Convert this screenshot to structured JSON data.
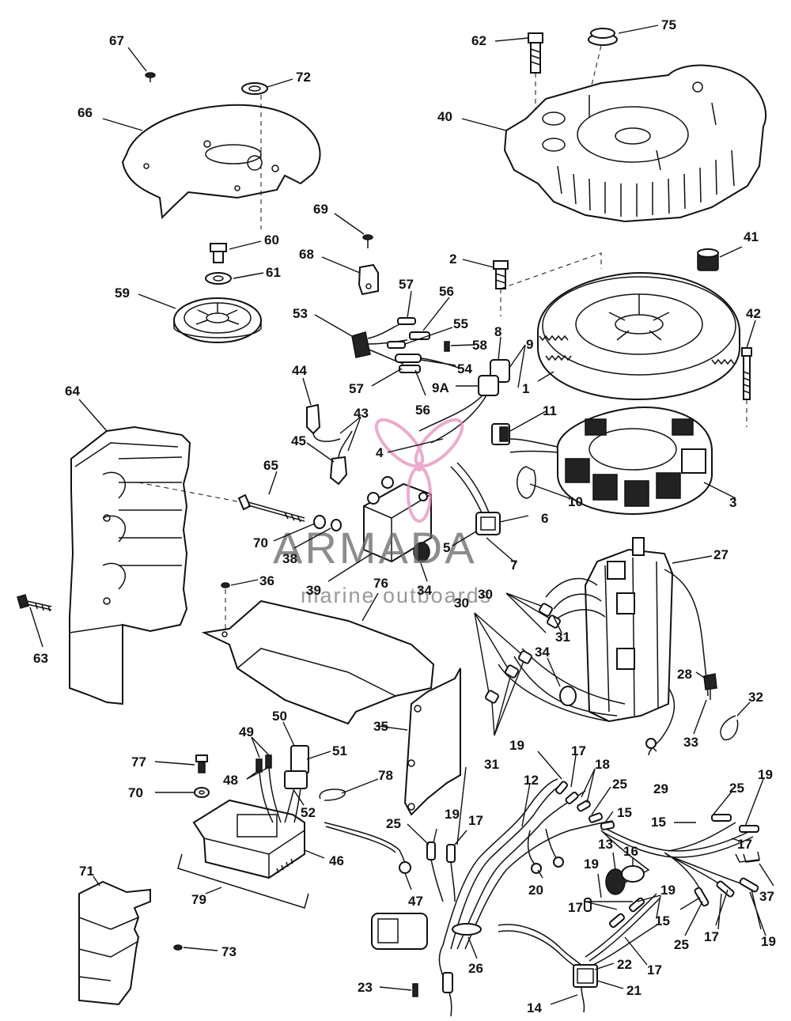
{
  "watermark": {
    "title": "ARMADA",
    "subtitle": "marine outboards",
    "logo_color": "#e58ab8"
  },
  "callouts": [
    {
      "id": "c67",
      "text": "67"
    },
    {
      "id": "c72",
      "text": "72"
    },
    {
      "id": "c66",
      "text": "66"
    },
    {
      "id": "c62",
      "text": "62"
    },
    {
      "id": "c75",
      "text": "75"
    },
    {
      "id": "c40",
      "text": "40"
    },
    {
      "id": "c69",
      "text": "69"
    },
    {
      "id": "c60",
      "text": "60"
    },
    {
      "id": "c61",
      "text": "61"
    },
    {
      "id": "c68",
      "text": "68"
    },
    {
      "id": "c59",
      "text": "59"
    },
    {
      "id": "c2",
      "text": "2"
    },
    {
      "id": "c41",
      "text": "41"
    },
    {
      "id": "c57a",
      "text": "57"
    },
    {
      "id": "c56a",
      "text": "56"
    },
    {
      "id": "c53",
      "text": "53"
    },
    {
      "id": "c55",
      "text": "55"
    },
    {
      "id": "c58",
      "text": "58"
    },
    {
      "id": "c8",
      "text": "8"
    },
    {
      "id": "c9",
      "text": "9"
    },
    {
      "id": "c42",
      "text": "42"
    },
    {
      "id": "c54",
      "text": "54"
    },
    {
      "id": "c57b",
      "text": "57"
    },
    {
      "id": "c9A",
      "text": "9A"
    },
    {
      "id": "c1",
      "text": "1"
    },
    {
      "id": "c64",
      "text": "64"
    },
    {
      "id": "c44",
      "text": "44"
    },
    {
      "id": "c56b",
      "text": "56"
    },
    {
      "id": "c43",
      "text": "43"
    },
    {
      "id": "c11",
      "text": "11"
    },
    {
      "id": "c45",
      "text": "45"
    },
    {
      "id": "c4",
      "text": "4"
    },
    {
      "id": "c65",
      "text": "65"
    },
    {
      "id": "c3",
      "text": "3"
    },
    {
      "id": "c10",
      "text": "10"
    },
    {
      "id": "c6",
      "text": "6"
    },
    {
      "id": "c70a",
      "text": "70"
    },
    {
      "id": "c5",
      "text": "5"
    },
    {
      "id": "c38",
      "text": "38"
    },
    {
      "id": "c7",
      "text": "7"
    },
    {
      "id": "c27",
      "text": "27"
    },
    {
      "id": "c39",
      "text": "39"
    },
    {
      "id": "c34a",
      "text": "34"
    },
    {
      "id": "c36",
      "text": "36"
    },
    {
      "id": "c76",
      "text": "76"
    },
    {
      "id": "c30a",
      "text": "30"
    },
    {
      "id": "c63",
      "text": "63"
    },
    {
      "id": "c30b",
      "text": "30"
    },
    {
      "id": "c31a",
      "text": "31"
    },
    {
      "id": "c34b",
      "text": "34"
    },
    {
      "id": "c28",
      "text": "28"
    },
    {
      "id": "c32",
      "text": "32"
    },
    {
      "id": "c35",
      "text": "35"
    },
    {
      "id": "c50",
      "text": "50"
    },
    {
      "id": "c33",
      "text": "33"
    },
    {
      "id": "c49",
      "text": "49"
    },
    {
      "id": "c51",
      "text": "51"
    },
    {
      "id": "c31b",
      "text": "31"
    },
    {
      "id": "c19a",
      "text": "19"
    },
    {
      "id": "c17a",
      "text": "17"
    },
    {
      "id": "c18",
      "text": "18"
    },
    {
      "id": "c77",
      "text": "77"
    },
    {
      "id": "c48",
      "text": "48"
    },
    {
      "id": "c78",
      "text": "78"
    },
    {
      "id": "c12",
      "text": "12"
    },
    {
      "id": "c25a",
      "text": "25"
    },
    {
      "id": "c29",
      "text": "29"
    },
    {
      "id": "c19b",
      "text": "19"
    },
    {
      "id": "c70b",
      "text": "70"
    },
    {
      "id": "c52",
      "text": "52"
    },
    {
      "id": "c15a",
      "text": "15"
    },
    {
      "id": "c25b",
      "text": "25"
    },
    {
      "id": "c15b",
      "text": "15"
    },
    {
      "id": "c25c",
      "text": "25"
    },
    {
      "id": "c19c",
      "text": "19"
    },
    {
      "id": "c17b",
      "text": "17"
    },
    {
      "id": "c46",
      "text": "46"
    },
    {
      "id": "c13",
      "text": "13"
    },
    {
      "id": "c16",
      "text": "16"
    },
    {
      "id": "c17c",
      "text": "17"
    },
    {
      "id": "c20",
      "text": "20"
    },
    {
      "id": "c19d",
      "text": "19"
    },
    {
      "id": "c71",
      "text": "71"
    },
    {
      "id": "c37",
      "text": "37"
    },
    {
      "id": "c47",
      "text": "47"
    },
    {
      "id": "c19e",
      "text": "19"
    },
    {
      "id": "c17d",
      "text": "17"
    },
    {
      "id": "c15c",
      "text": "15"
    },
    {
      "id": "c79",
      "text": "79"
    },
    {
      "id": "c25d",
      "text": "25"
    },
    {
      "id": "c17e",
      "text": "17"
    },
    {
      "id": "c19f",
      "text": "19"
    },
    {
      "id": "c73",
      "text": "73"
    },
    {
      "id": "c26",
      "text": "26"
    },
    {
      "id": "c17f",
      "text": "17"
    },
    {
      "id": "c22",
      "text": "22"
    },
    {
      "id": "c23",
      "text": "23"
    },
    {
      "id": "c21",
      "text": "21"
    },
    {
      "id": "c14",
      "text": "14"
    }
  ]
}
